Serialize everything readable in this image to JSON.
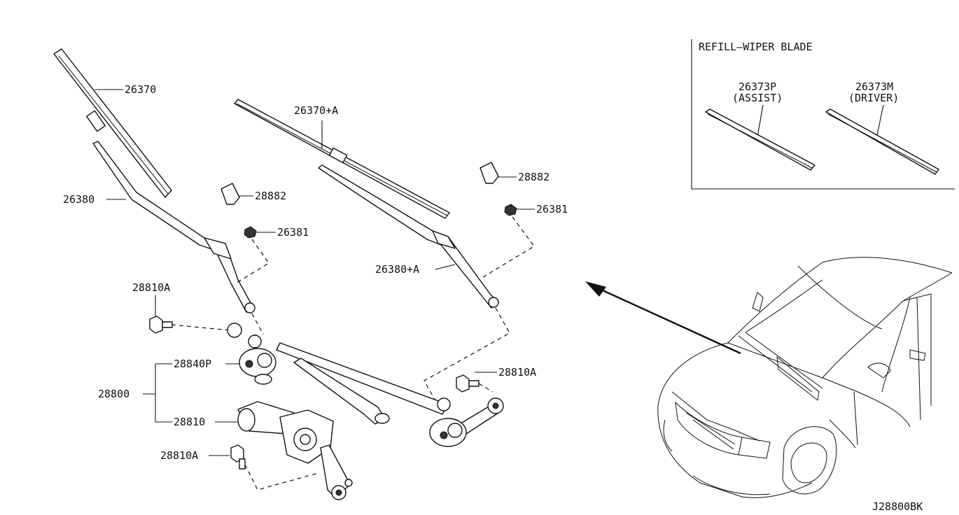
{
  "diagram": {
    "labels": {
      "p26370": "26370",
      "p26370A": "26370+A",
      "p26380": "26380",
      "p26380A": "26380+A",
      "p28882_left": "28882",
      "p28882_right": "28882",
      "p26381_left": "26381",
      "p26381_right": "26381",
      "p28810A_top": "28810A",
      "p28810A_right": "28810A",
      "p28810A_bottom": "28810A",
      "p28840P": "28840P",
      "p28800": "28800",
      "p28810": "28810"
    },
    "refill_box": {
      "title": "REFILL–WIPER BLADE",
      "assist_part": "26373P",
      "assist_note": "(ASSIST)",
      "driver_part": "26373M",
      "driver_note": "(DRIVER)"
    },
    "diagram_code": "J28800BK"
  }
}
